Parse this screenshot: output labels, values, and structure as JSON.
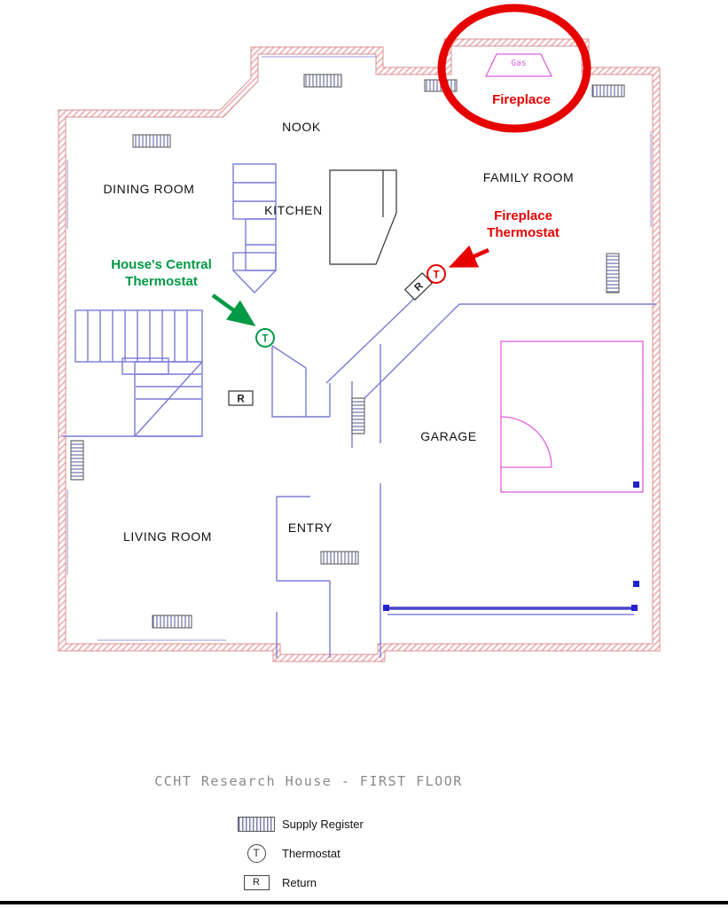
{
  "page": {
    "title_block": "CCHT Research House - FIRST FLOOR"
  },
  "rooms": {
    "nook": "NOOK",
    "dining": "DINING ROOM",
    "kitchen": "KITCHEN",
    "family": "FAMILY ROOM",
    "garage": "GARAGE",
    "living": "LIVING ROOM",
    "entry": "ENTRY"
  },
  "annotations": {
    "fireplace_label": "Fireplace",
    "fireplace_thermostat": [
      "Fireplace",
      "Thermostat"
    ],
    "central_thermostat": [
      "House's Central",
      "Thermostat"
    ],
    "gas_label": "Gas"
  },
  "symbols": {
    "thermostat": "T",
    "return": "R"
  },
  "legend": {
    "items": [
      {
        "label": "Supply Register"
      },
      {
        "label": "Thermostat"
      },
      {
        "label": "Return"
      }
    ]
  },
  "colors": {
    "annotation_red": "#e60000",
    "annotation_green": "#009944",
    "exterior_wall_pink": "#d89090",
    "interior_wall_blue": "#7b7bd6",
    "magenta": "#e05fe0",
    "title_gray": "#8a8a8a"
  }
}
